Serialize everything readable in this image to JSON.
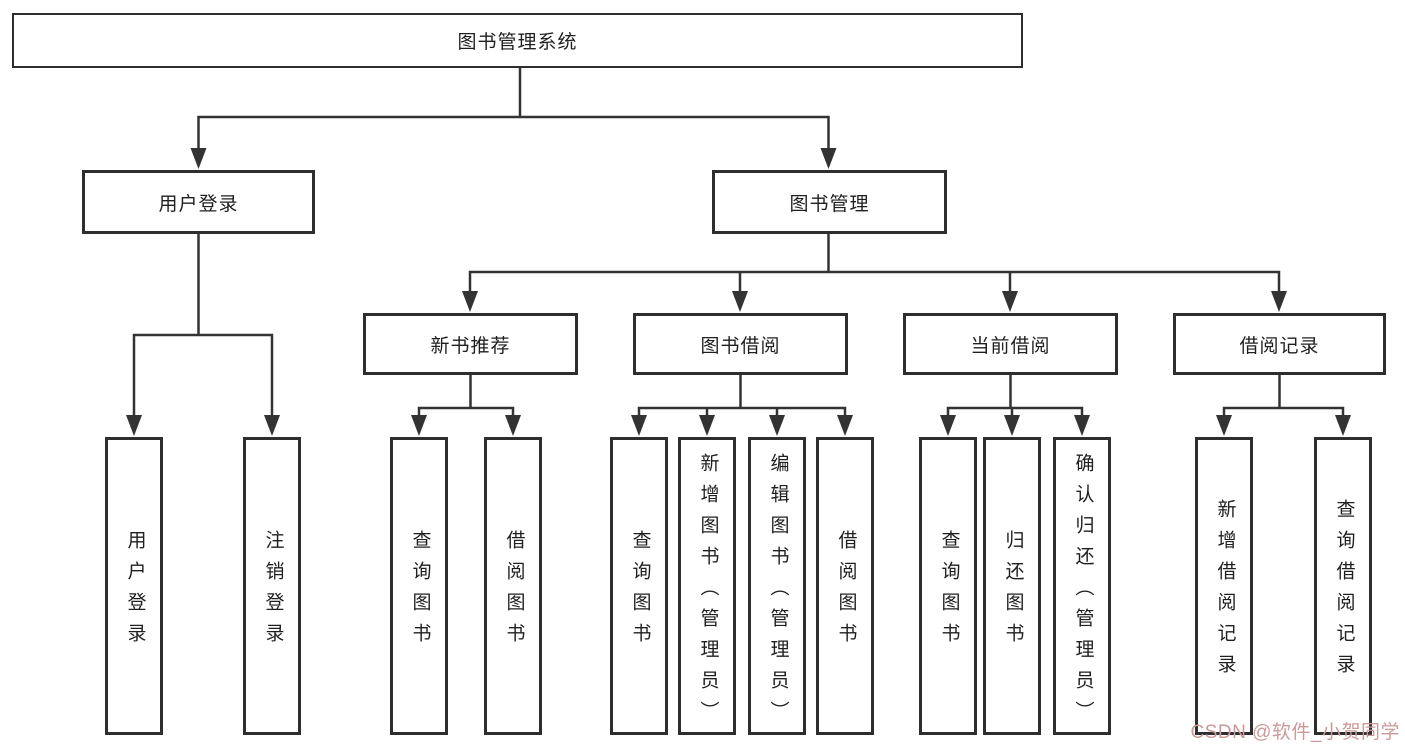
{
  "diagram": {
    "type": "tree",
    "title": "图书管理系统",
    "root": {
      "label": "图书管理系统"
    },
    "level2": [
      {
        "label": "用户登录",
        "parent": "图书管理系统"
      },
      {
        "label": "图书管理",
        "parent": "图书管理系统"
      }
    ],
    "level3": [
      {
        "label": "新书推荐",
        "parent": "图书管理"
      },
      {
        "label": "图书借阅",
        "parent": "图书管理"
      },
      {
        "label": "当前借阅",
        "parent": "图书管理"
      },
      {
        "label": "借阅记录",
        "parent": "图书管理"
      }
    ],
    "leaves": [
      {
        "label": "用户登录",
        "parent": "用户登录"
      },
      {
        "label": "注销登录",
        "parent": "用户登录"
      },
      {
        "label": "查询图书",
        "parent": "新书推荐"
      },
      {
        "label": "借阅图书",
        "parent": "新书推荐"
      },
      {
        "label": "查询图书",
        "parent": "图书借阅"
      },
      {
        "label": "新增图书（管理员）",
        "parent": "图书借阅"
      },
      {
        "label": "编辑图书（管理员）",
        "parent": "图书借阅"
      },
      {
        "label": "借阅图书",
        "parent": "图书借阅"
      },
      {
        "label": "查询图书",
        "parent": "当前借阅"
      },
      {
        "label": "归还图书",
        "parent": "当前借阅"
      },
      {
        "label": "确认归还（管理员）",
        "parent": "当前借阅"
      },
      {
        "label": "新增借阅记录",
        "parent": "借阅记录"
      },
      {
        "label": "查询借阅记录",
        "parent": "借阅记录"
      }
    ],
    "colors": {
      "background": "#ffffff",
      "line": "#333333",
      "box_border": "#2e2e2e",
      "text": "#1f1f1f",
      "watermark": "#cc9999"
    }
  },
  "watermark": {
    "text": "CSDN @软件_小贺同学"
  }
}
